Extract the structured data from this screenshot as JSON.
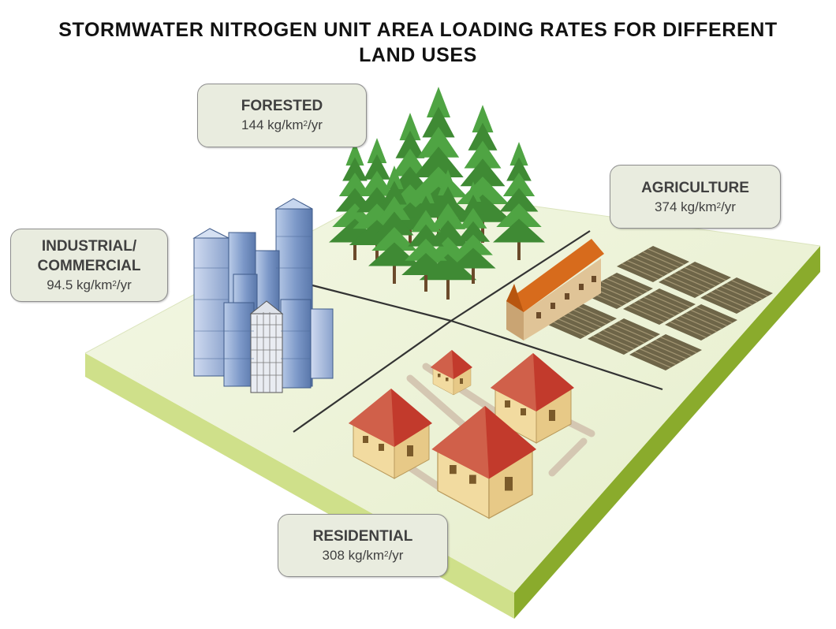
{
  "title": "STORMWATER NITROGEN UNIT AREA LOADING RATES FOR DIFFERENT LAND USES",
  "land_uses": {
    "forested": {
      "name": "FORESTED",
      "value": "144",
      "unit": "kg/km",
      "unit_sup": "2",
      "unit_tail": "/yr"
    },
    "agriculture": {
      "name": "AGRICULTURE",
      "value": "374",
      "unit": "kg/km",
      "unit_sup": "2",
      "unit_tail": "/yr"
    },
    "industrial": {
      "name_line1": "INDUSTRIAL/",
      "name_line2": "COMMERCIAL",
      "value": "94.5",
      "unit": "kg/km",
      "unit_sup": "2",
      "unit_tail": "/yr"
    },
    "residential": {
      "name": "RESIDENTIAL",
      "value": "308",
      "unit": "kg/km",
      "unit_sup": "2",
      "unit_tail": "/yr"
    }
  },
  "colors": {
    "ground_top": "#eef3dc",
    "ground_left_side": "#cfe08a",
    "ground_right_side": "#8aab2c",
    "tree": "#4a9a3c",
    "building": "#8da9d6",
    "roof": "#c23a2c",
    "house_wall": "#f2dba0",
    "field": "#6e6548"
  },
  "icons": [
    "pine-tree-icon",
    "skyscraper-icon",
    "house-icon",
    "barn-icon",
    "crop-field-icon"
  ]
}
